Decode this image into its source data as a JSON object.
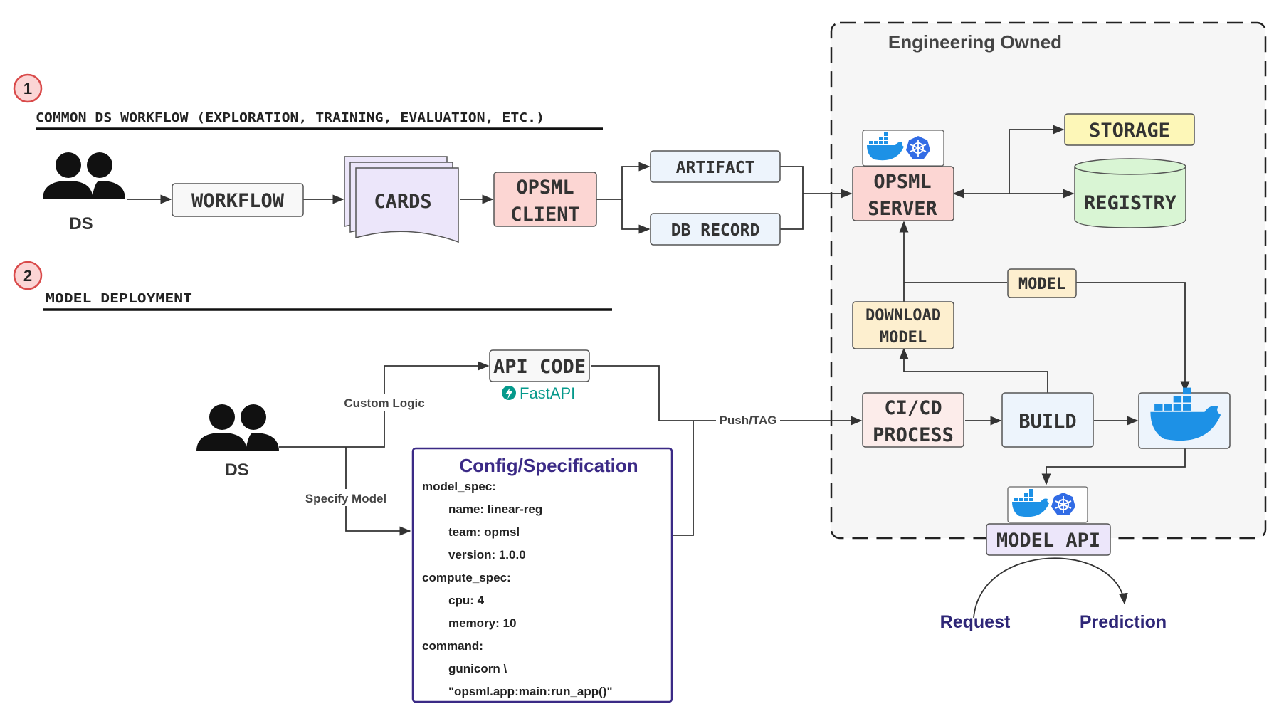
{
  "engineering": {
    "title": "Engineering Owned"
  },
  "section1": {
    "number": "1",
    "title": "COMMON DS WORKFLOW (EXPLORATION, TRAINING, EVALUATION, ETC.)"
  },
  "section2": {
    "number": "2",
    "title": "MODEL DEPLOYMENT"
  },
  "ds_label": "DS",
  "nodes": {
    "workflow": "WORKFLOW",
    "cards": "CARDS",
    "opsml_client_1": "OPSML",
    "opsml_client_2": "CLIENT",
    "artifact": "ARTIFACT",
    "db_record": "DB RECORD",
    "opsml_server_1": "OPSML",
    "opsml_server_2": "SERVER",
    "storage": "STORAGE",
    "registry": "REGISTRY",
    "model": "MODEL",
    "download_model_1": "DOWNLOAD",
    "download_model_2": "MODEL",
    "cicd_1": "CI/CD",
    "cicd_2": "PROCESS",
    "build": "BUILD",
    "model_api": "MODEL API",
    "api_code": "API CODE",
    "fastapi": "FastAPI"
  },
  "edge_labels": {
    "custom_logic": "Custom Logic",
    "specify_model": "Specify Model",
    "push_tag": "Push/TAG"
  },
  "config": {
    "title": "Config/Specification",
    "lines": [
      {
        "indent": 0,
        "text": "model_spec:"
      },
      {
        "indent": 1,
        "text": "name: linear-reg"
      },
      {
        "indent": 1,
        "text": "team: opmsl"
      },
      {
        "indent": 1,
        "text": "version: 1.0.0"
      },
      {
        "indent": 0,
        "text": "compute_spec:"
      },
      {
        "indent": 1,
        "text": "cpu: 4"
      },
      {
        "indent": 1,
        "text": "memory: 10"
      },
      {
        "indent": 0,
        "text": "command:"
      },
      {
        "indent": 1,
        "text": "gunicorn \\"
      },
      {
        "indent": 1,
        "text": "\"opsml.app:main:run_app()\""
      }
    ]
  },
  "flow": {
    "request": "Request",
    "prediction": "Prediction"
  },
  "icons": [
    "docker-icon",
    "kubernetes-icon",
    "person-pair-icon",
    "fastapi-icon"
  ],
  "colors": {
    "client_fill": "#fcd6d3",
    "blue_fill": "#edf4fc",
    "storage_fill": "#fdf7b8",
    "registry_fill": "#d9f5d4",
    "model_fill": "#fdefcf",
    "lavender_fill": "#ece6fa",
    "docker_blue": "#1d91e6",
    "k8s_blue": "#326ce5",
    "config_title": "#3b2a86",
    "purple_text": "#2e2677",
    "badge_fill": "#fbd5d5",
    "badge_stroke": "#d94a4a"
  }
}
